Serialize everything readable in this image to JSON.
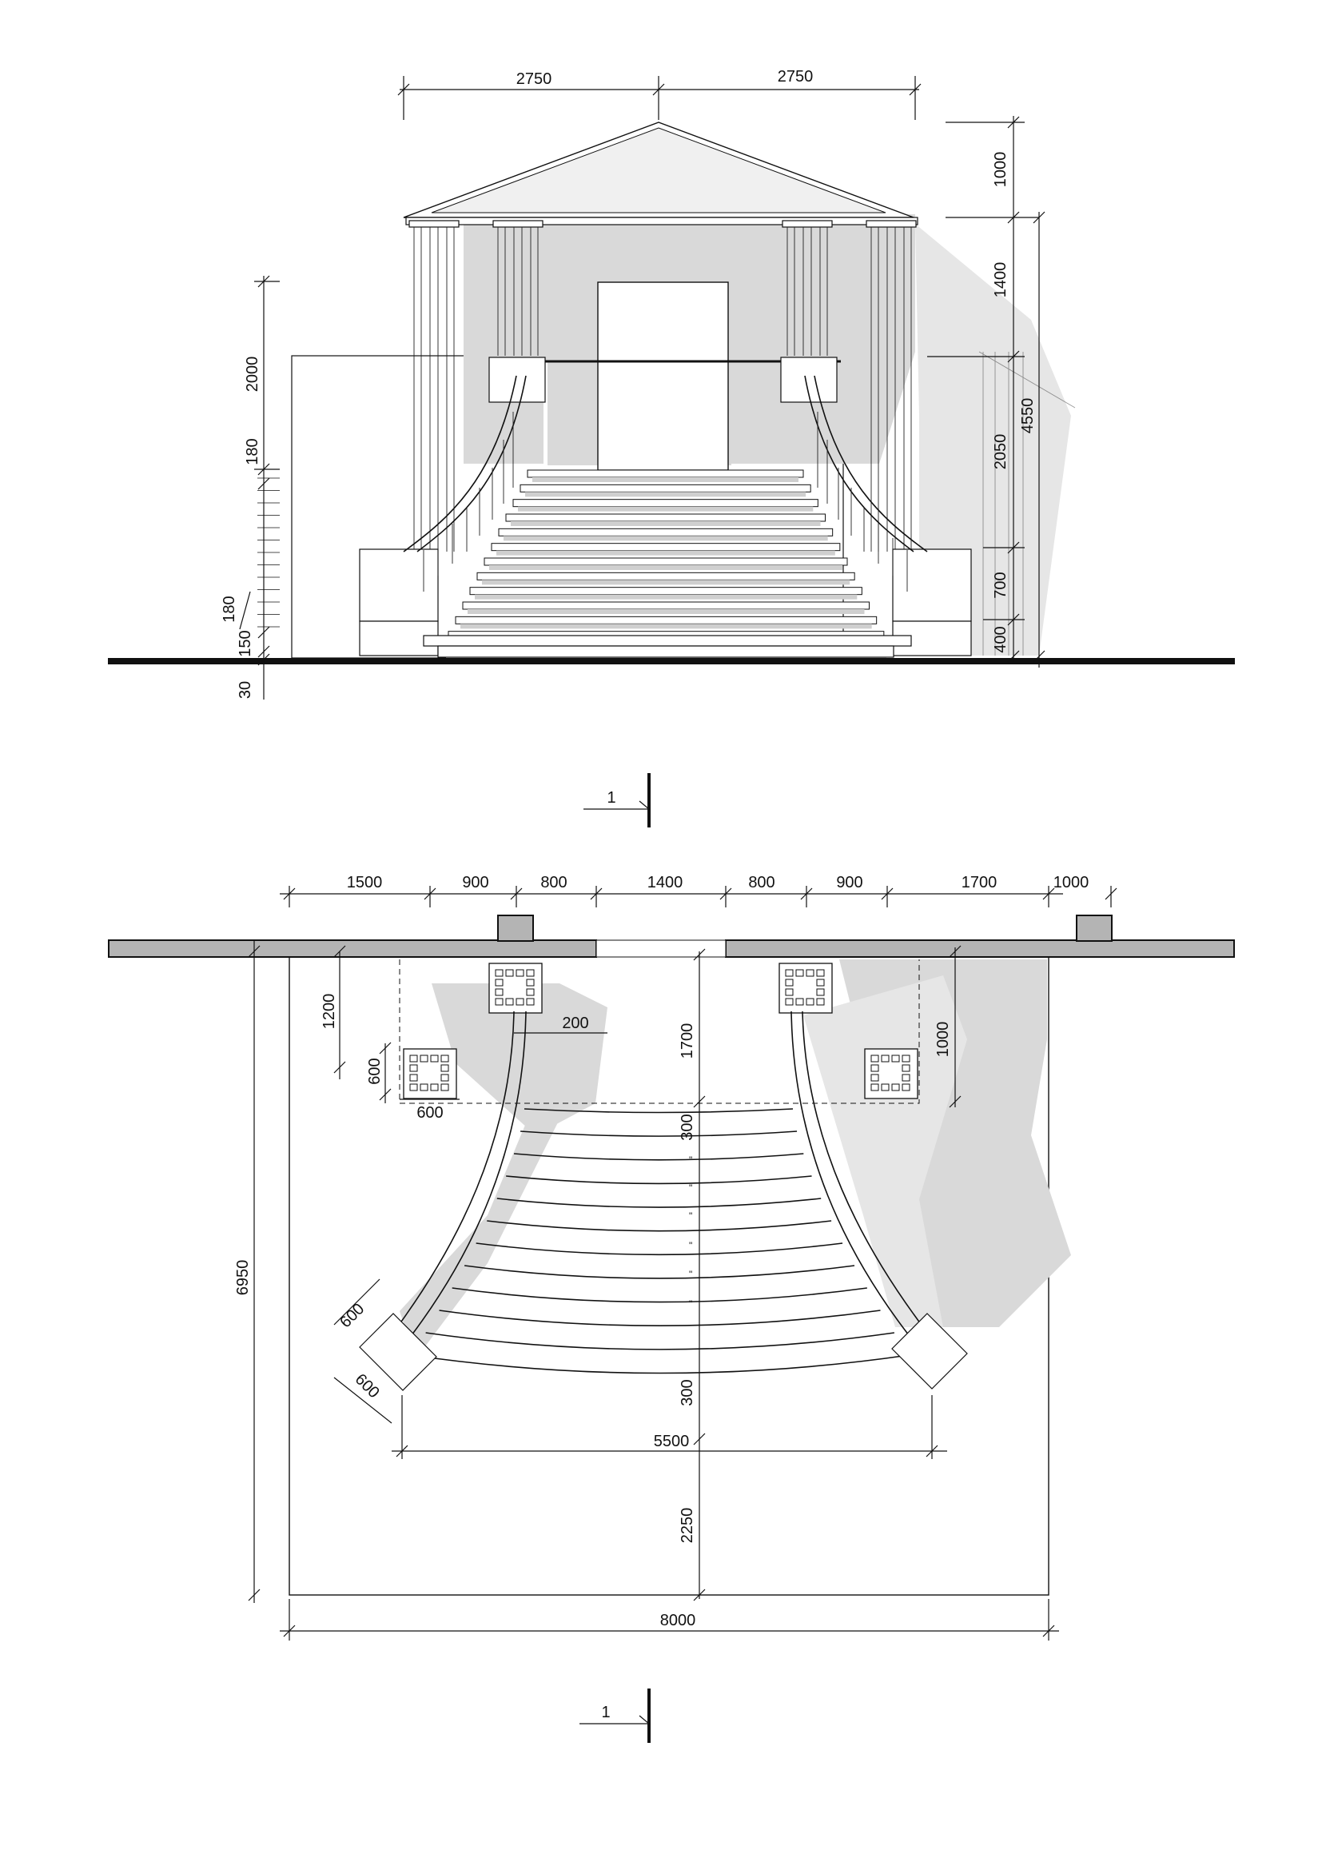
{
  "elevation": {
    "dims_top": [
      "2750",
      "2750"
    ],
    "dims_right": [
      "1000",
      "1400",
      "2050",
      "700",
      "400"
    ],
    "dim_total_right": "4550",
    "dims_left": [
      "2000",
      "180",
      "180",
      "150",
      "30"
    ]
  },
  "section_marks": [
    {
      "label": "1"
    },
    {
      "label": "1"
    }
  ],
  "plan": {
    "dims_top": [
      "1500",
      "900",
      "800",
      "1400",
      "800",
      "900",
      "1700",
      "1000"
    ],
    "dim_1200": "1200",
    "dim_200": "200",
    "dim_1700": "1700",
    "dim_1000": "1000",
    "dim_600_v": "600",
    "dim_600_h": "600",
    "dim_300_top": "300",
    "dim_300_bottom": "300",
    "dim_600_diag_a": "600",
    "dim_600_diag_b": "600",
    "dim_6950": "6950",
    "dim_5500": "5500",
    "dim_2250": "2250",
    "dim_8000": "8000",
    "step_mark": "\""
  }
}
